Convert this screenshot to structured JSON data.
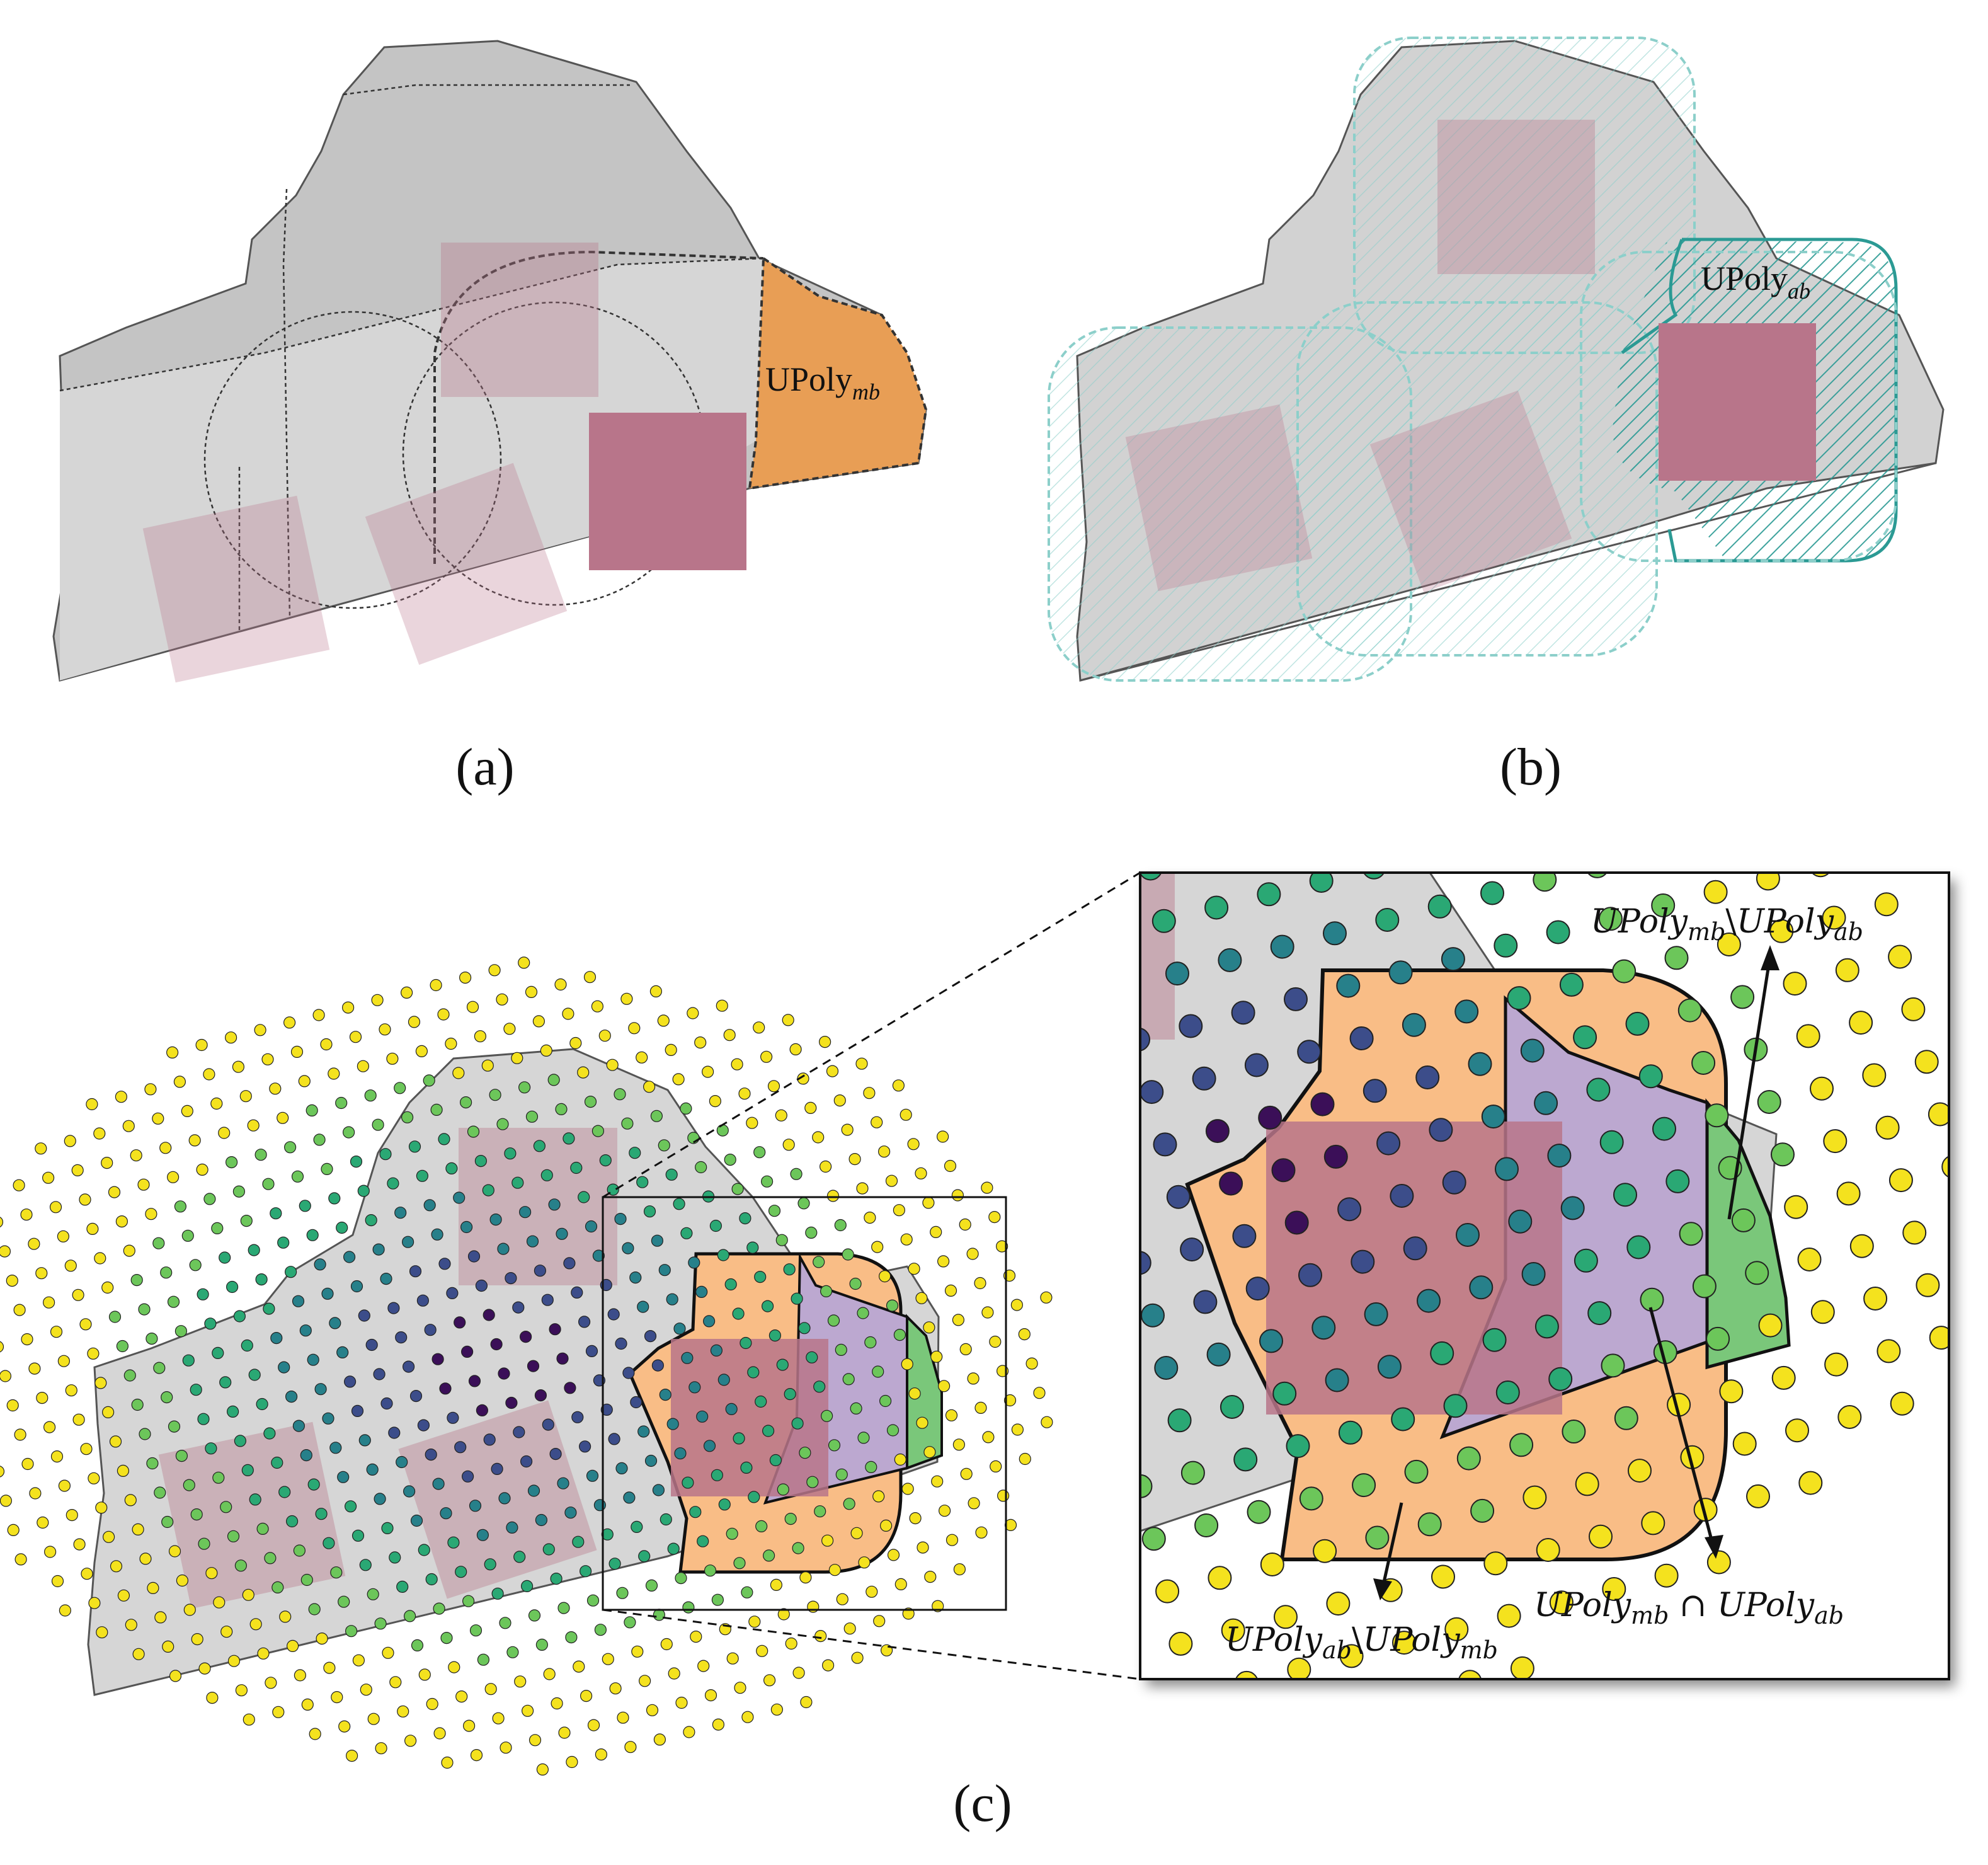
{
  "panels": {
    "a": {
      "caption": "(a)",
      "label_main": "UPoly",
      "label_sub": "mb"
    },
    "b": {
      "caption": "(b)",
      "label_main": "UPoly",
      "label_sub": "ab"
    },
    "c": {
      "caption": "(c)",
      "annotations": {
        "mb_minus_ab": {
          "p1": "UPoly",
          "s1": "mb",
          "op": "\\",
          "p2": "UPoly",
          "s2": "ab"
        },
        "mb_cap_ab": {
          "p1": "UPoly",
          "s1": "mb",
          "op": " ∩ ",
          "p2": "UPoly",
          "s2": "ab"
        },
        "ab_minus_mb": {
          "p1": "UPoly",
          "s1": "ab",
          "op": "\\",
          "p2": "UPoly",
          "s2": "mb"
        }
      }
    }
  },
  "colors": {
    "field": "#c8c8c8",
    "field_light": "#d9d9d9",
    "obstacle": "#b8758a",
    "obstacle_faded": "#d7b4bf",
    "upoly_mb": "#e89e55",
    "upoly_mb_light": "#f9bd86",
    "upoly_ab": "#2b9a94",
    "intersection": "#bca8d0",
    "ab_only": "#7ac77a",
    "dot_scale": [
      "#3b0f58",
      "#3c4d8a",
      "#27808a",
      "#2aa874",
      "#6cc65a",
      "#f4e21e"
    ]
  }
}
